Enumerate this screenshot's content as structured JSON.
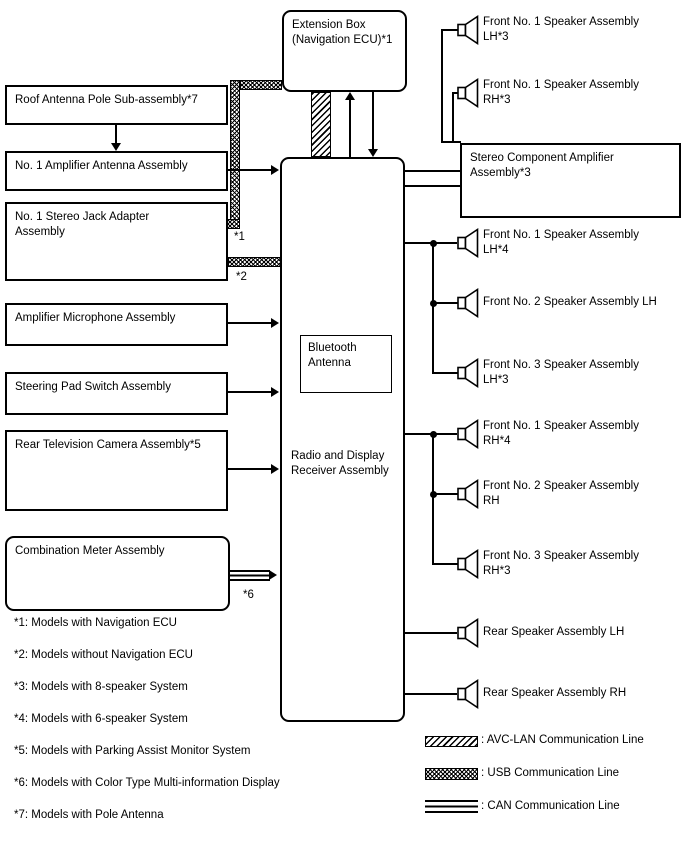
{
  "nodes": {
    "roof_antenna": "Roof Antenna Pole Sub-assembly*7",
    "amplifier_antenna": "No. 1 Amplifier Antenna Assembly",
    "stereo_jack": "No. 1 Stereo Jack Adapter\nAssembly",
    "amplifier_microphone": "Amplifier Microphone Assembly",
    "steering_pad": "Steering Pad Switch Assembly",
    "rear_camera": "Rear Television Camera Assembly*5",
    "combination_meter": "Combination Meter Assembly",
    "extension_box": "Extension Box\n(Navigation ECU)*1",
    "radio": "Radio and Display\nReceiver Assembly",
    "bluetooth_antenna": "Bluetooth\nAntenna",
    "stereo_amplifier": "Stereo Component Amplifier\nAssembly*3"
  },
  "speakers": [
    {
      "label": "Front No. 1 Speaker Assembly\nLH*3"
    },
    {
      "label": "Front No. 1 Speaker Assembly\nRH*3"
    },
    {
      "label": "Front No. 1 Speaker Assembly\nLH*4"
    },
    {
      "label": "Front No. 2 Speaker Assembly LH"
    },
    {
      "label": "Front No. 3 Speaker Assembly\nLH*3"
    },
    {
      "label": "Front No. 1 Speaker Assembly\nRH*4"
    },
    {
      "label": "Front No. 2 Speaker Assembly\nRH"
    },
    {
      "label": "Front No. 3 Speaker Assembly\nRH*3"
    },
    {
      "label": "Rear Speaker Assembly LH"
    },
    {
      "label": "Rear Speaker Assembly RH"
    }
  ],
  "line_markers": {
    "m1": "*1",
    "m2": "*2",
    "m6": "*6"
  },
  "footnotes": [
    "*1: Models with Navigation ECU",
    "*2: Models without Navigation ECU",
    "*3: Models with 8-speaker System",
    "*4: Models with 6-speaker System",
    "*5: Models with Parking Assist Monitor System",
    "*6: Models with Color Type Multi-information Display",
    "*7: Models with Pole Antenna"
  ],
  "legend": {
    "avclan": ": AVC-LAN Communication Line",
    "usb": ": USB Communication Line",
    "can": ": CAN Communication Line"
  },
  "colors": {
    "ink": "#000000",
    "background": "#ffffff"
  }
}
